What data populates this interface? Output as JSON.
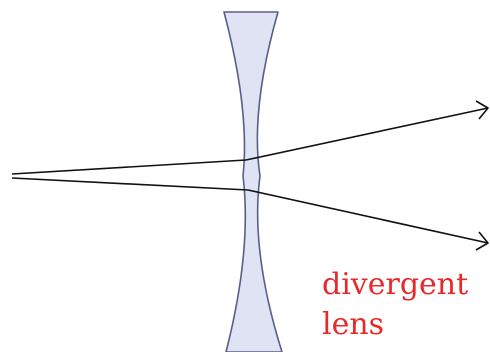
{
  "diagram": {
    "caption_lines": [
      "divergent",
      "lens"
    ],
    "colors": {
      "background": "#ffffff",
      "lens_fill": "#dfe3f3",
      "lens_stroke": "#5a5d8c",
      "ray": "#111111",
      "caption": "#e8292a"
    },
    "elements": {
      "lens": "concave-lens",
      "incoming_rays": 2,
      "outgoing_rays": 2,
      "arrowheads": "right-arrow-icon"
    }
  }
}
